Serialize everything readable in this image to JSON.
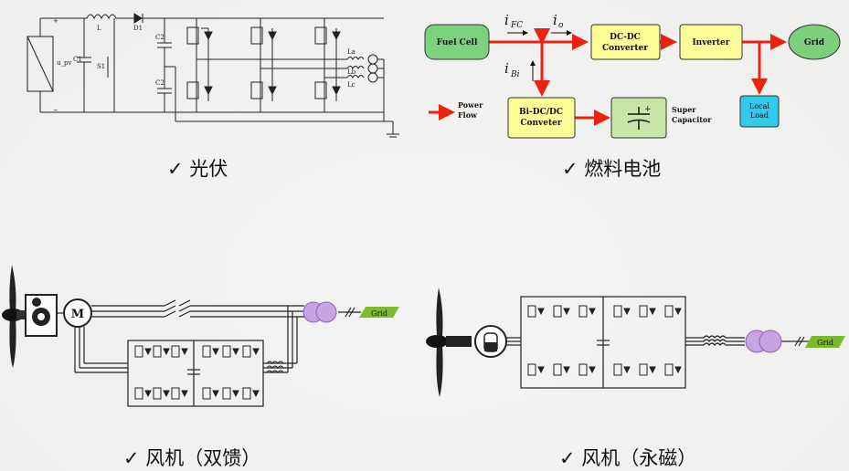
{
  "captions": {
    "pv": "✓ 光伏",
    "fuel_cell": "✓ 燃料电池",
    "wind_dfig": "✓ 风机（双馈）",
    "wind_pm": "✓ 风机（永磁）"
  },
  "pv_diagram": {
    "labels": {
      "plus": "+",
      "minus": "−",
      "upv": "u_pv",
      "c1": "C1",
      "l": "L",
      "s1": "S1",
      "d1": "D1",
      "c2a": "C2",
      "c2b": "C2",
      "la": "La",
      "lb": "Lb",
      "lc": "Lc"
    }
  },
  "fuel_cell_diagram": {
    "blocks": {
      "fuel_cell": "Fuel Cell",
      "dcdc_1": "DC-DC",
      "dcdc_2": "Converter",
      "inverter": "Inverter",
      "grid": "Grid",
      "bidc_1": "Bi-DC/DC",
      "bidc_2": "Conveter",
      "local_1": "Local",
      "local_2": "Load",
      "super_1": "Super",
      "super_2": "Capacitor",
      "power_flow_1": "Power",
      "power_flow_2": "Flow"
    },
    "currents": {
      "ifc": "i",
      "ifc_sub": "FC",
      "io": "i",
      "io_sub": "o",
      "ibi": "i",
      "ibi_sub": "Bi"
    },
    "colors": {
      "fuel_cell": "#7ed47e",
      "converter": "#ffff99",
      "local_load": "#33ccee",
      "arrow": "#ee2211"
    }
  },
  "wind_dfig_diagram": {
    "labels": {
      "motor": "M",
      "grid": "Grid"
    }
  },
  "wind_pm_diagram": {
    "labels": {
      "grid": "Grid"
    }
  }
}
